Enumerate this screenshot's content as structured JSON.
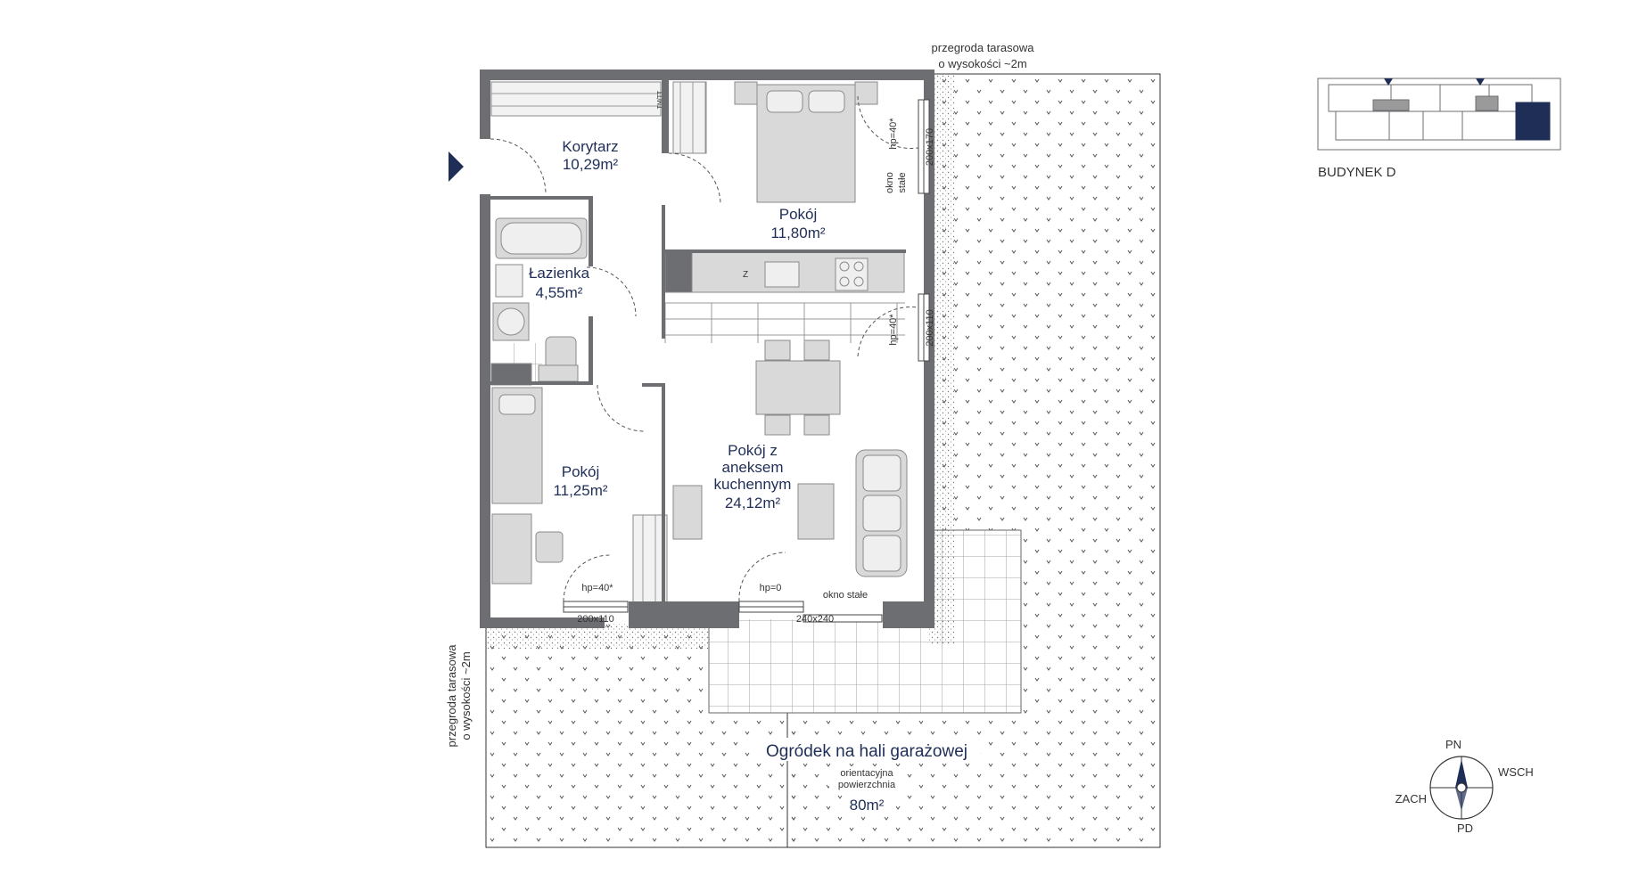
{
  "rooms": [
    {
      "name": "Korytarz",
      "area": "10,29m²"
    },
    {
      "name": "Pokój",
      "area": "11,80m²"
    },
    {
      "name": "Łazienka",
      "area": "4,55m²"
    },
    {
      "name": "Pokój",
      "area": "11,25m²"
    },
    {
      "name_lines": [
        "Pokój z",
        "aneksem",
        "kuchennym"
      ],
      "area": "24,12m²"
    }
  ],
  "garden": {
    "title": "Ogródek na hali garażowej",
    "note_lines": [
      "orientacyjna",
      "powierzchnia"
    ],
    "area": "80m²"
  },
  "partition_top": [
    "przegroda tarasowa",
    "o wysokości ~2m"
  ],
  "partition_left": [
    "przegroda tarasowa",
    "o wysokości ~2m"
  ],
  "windows": {
    "east_upper_size": "200x170",
    "east_upper_hp": "hp=40*",
    "east_upper_note": [
      "okno",
      "stałe"
    ],
    "east_lower_size": "200x110",
    "east_lower_hp": "hp=40*",
    "south_left_size": "200x110",
    "south_left_hp": "hp=40*",
    "south_right_size": "240x240",
    "south_right_hp": "hp=0",
    "fixed_note": "okno stałe"
  },
  "fixtures": {
    "sink_letter": "Z",
    "wardrobe_tag": "TM/TT"
  },
  "building": {
    "label": "BUDYNEK D"
  },
  "compass": {
    "north": "PN",
    "south": "PD",
    "east": "WSCH",
    "west": "ZACH"
  },
  "colors": {
    "wall": "#6d6e71",
    "furniture": "#d9d9d9",
    "accent": "#1f2e57",
    "text": "#1f2e57"
  }
}
